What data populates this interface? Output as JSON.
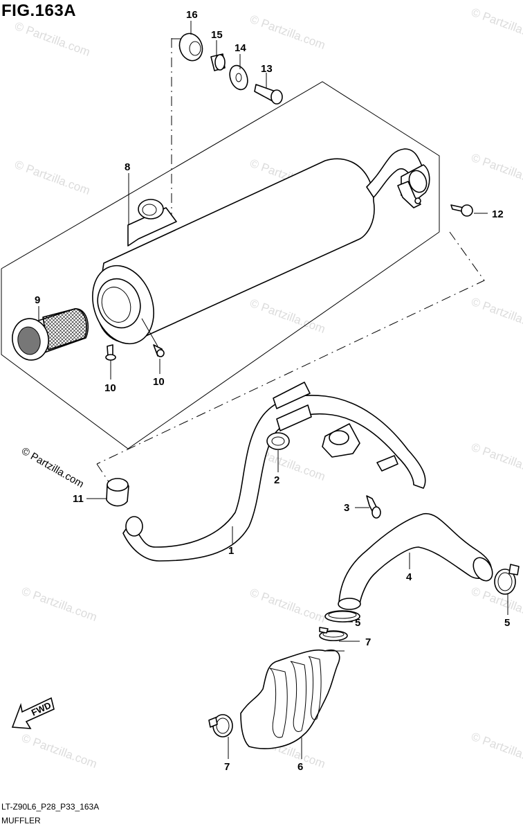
{
  "figure": {
    "title": "FIG.163A",
    "code": "LT-Z90L6_P28_P33_163A",
    "name": "MUFFLER"
  },
  "callouts": [
    {
      "label": "1"
    },
    {
      "label": "2"
    },
    {
      "label": "3"
    },
    {
      "label": "4"
    },
    {
      "label": "5"
    },
    {
      "label": "5"
    },
    {
      "label": "6"
    },
    {
      "label": "7"
    },
    {
      "label": "7"
    },
    {
      "label": "8"
    },
    {
      "label": "9"
    },
    {
      "label": "10"
    },
    {
      "label": "10"
    },
    {
      "label": "11"
    },
    {
      "label": "12"
    },
    {
      "label": "13"
    },
    {
      "label": "14"
    },
    {
      "label": "15"
    },
    {
      "label": "16"
    }
  ],
  "watermark": {
    "text": "© Partzilla.com"
  },
  "fwd_marker": {
    "label": "FWD"
  }
}
